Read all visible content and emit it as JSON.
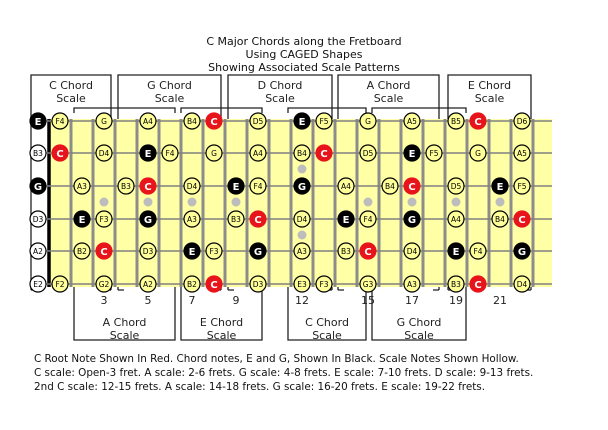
{
  "title": [
    "C Major Chords along the Fretboard",
    "Using CAGED Shapes",
    "Showing Associated Scale Patterns"
  ],
  "colors": {
    "root": "#e8141b",
    "chord": "#000000",
    "scale": "#ffff99",
    "open": "#ffffff",
    "fretboard": "#ffffa6",
    "fret_wire": "#8c8c8c",
    "inlay": "#bdbdbd"
  },
  "top_boxes": [
    {
      "label": [
        "C Chord",
        "Scale"
      ],
      "frets": "0-3"
    },
    {
      "label": [
        "G Chord",
        "Scale"
      ],
      "frets": "4-8"
    },
    {
      "label": [
        "D Chord",
        "Scale"
      ],
      "frets": "9-13"
    },
    {
      "label": [
        "A Chord",
        "Scale"
      ],
      "frets": "14-18"
    },
    {
      "label": [
        "E Chord",
        "Scale"
      ],
      "frets": "19-22"
    }
  ],
  "bottom_boxes": [
    {
      "label": [
        "A Chord",
        "Scale"
      ],
      "frets": "2-6"
    },
    {
      "label": [
        "E Chord",
        "Scale"
      ],
      "frets": "7-10"
    },
    {
      "label": [
        "C Chord",
        "Scale"
      ],
      "frets": "12-15"
    },
    {
      "label": [
        "G Chord",
        "Scale"
      ],
      "frets": "16-20"
    }
  ],
  "fret_numbers": [
    3,
    5,
    7,
    9,
    12,
    15,
    17,
    19,
    21
  ],
  "inlays": [
    3,
    5,
    7,
    9,
    12,
    15,
    17,
    19,
    21
  ],
  "strings": [
    {
      "name": "E",
      "notes": [
        [
          0,
          "E",
          "chord"
        ],
        [
          1,
          "F4",
          "scale"
        ],
        [
          3,
          "G",
          "scale"
        ],
        [
          5,
          "A4",
          "scale"
        ],
        [
          7,
          "B4",
          "scale"
        ],
        [
          8,
          "C",
          "root"
        ],
        [
          10,
          "D5",
          "scale"
        ],
        [
          12,
          "E",
          "chord"
        ],
        [
          13,
          "F5",
          "scale"
        ],
        [
          15,
          "G",
          "scale"
        ],
        [
          17,
          "A5",
          "scale"
        ],
        [
          19,
          "B5",
          "scale"
        ],
        [
          20,
          "C",
          "root"
        ],
        [
          22,
          "D6",
          "scale"
        ]
      ]
    },
    {
      "name": "B",
      "notes": [
        [
          0,
          "B3",
          "open"
        ],
        [
          1,
          "C",
          "root"
        ],
        [
          3,
          "D4",
          "scale"
        ],
        [
          5,
          "E",
          "chord"
        ],
        [
          6,
          "F4",
          "scale"
        ],
        [
          8,
          "G",
          "scale"
        ],
        [
          10,
          "A4",
          "scale"
        ],
        [
          12,
          "B4",
          "scale"
        ],
        [
          13,
          "C",
          "root"
        ],
        [
          15,
          "D5",
          "scale"
        ],
        [
          17,
          "E",
          "chord"
        ],
        [
          18,
          "F5",
          "scale"
        ],
        [
          20,
          "G",
          "scale"
        ],
        [
          22,
          "A5",
          "scale"
        ]
      ]
    },
    {
      "name": "G",
      "notes": [
        [
          0,
          "G",
          "chord"
        ],
        [
          2,
          "A3",
          "scale"
        ],
        [
          4,
          "B3",
          "scale"
        ],
        [
          5,
          "C",
          "root"
        ],
        [
          7,
          "D4",
          "scale"
        ],
        [
          9,
          "E",
          "chord"
        ],
        [
          10,
          "F4",
          "scale"
        ],
        [
          12,
          "G",
          "chord"
        ],
        [
          14,
          "A4",
          "scale"
        ],
        [
          16,
          "B4",
          "scale"
        ],
        [
          17,
          "C",
          "root"
        ],
        [
          19,
          "D5",
          "scale"
        ],
        [
          21,
          "E",
          "chord"
        ],
        [
          22,
          "F5",
          "scale"
        ]
      ]
    },
    {
      "name": "D",
      "notes": [
        [
          0,
          "D3",
          "open"
        ],
        [
          2,
          "E",
          "chord"
        ],
        [
          3,
          "F3",
          "scale"
        ],
        [
          5,
          "G",
          "chord"
        ],
        [
          7,
          "A3",
          "scale"
        ],
        [
          9,
          "B3",
          "scale"
        ],
        [
          10,
          "C",
          "root"
        ],
        [
          12,
          "D4",
          "scale"
        ],
        [
          14,
          "E",
          "chord"
        ],
        [
          15,
          "F4",
          "scale"
        ],
        [
          17,
          "G",
          "chord"
        ],
        [
          19,
          "A4",
          "scale"
        ],
        [
          21,
          "B4",
          "scale"
        ],
        [
          22,
          "C",
          "root"
        ]
      ]
    },
    {
      "name": "A",
      "notes": [
        [
          0,
          "A2",
          "open"
        ],
        [
          2,
          "B2",
          "scale"
        ],
        [
          3,
          "C",
          "root"
        ],
        [
          5,
          "D3",
          "scale"
        ],
        [
          7,
          "E",
          "chord"
        ],
        [
          8,
          "F3",
          "scale"
        ],
        [
          10,
          "G",
          "chord"
        ],
        [
          12,
          "A3",
          "scale"
        ],
        [
          14,
          "B3",
          "scale"
        ],
        [
          15,
          "C",
          "root"
        ],
        [
          17,
          "D4",
          "scale"
        ],
        [
          19,
          "E",
          "chord"
        ],
        [
          20,
          "F4",
          "scale"
        ],
        [
          22,
          "G",
          "chord"
        ]
      ]
    },
    {
      "name": "E",
      "notes": [
        [
          0,
          "E2",
          "open"
        ],
        [
          1,
          "F2",
          "scale"
        ],
        [
          3,
          "G2",
          "scale"
        ],
        [
          5,
          "A2",
          "scale"
        ],
        [
          7,
          "B2",
          "scale"
        ],
        [
          8,
          "C",
          "root"
        ],
        [
          10,
          "D3",
          "scale"
        ],
        [
          12,
          "E3",
          "scale"
        ],
        [
          13,
          "F3",
          "scale"
        ],
        [
          15,
          "G3",
          "scale"
        ],
        [
          17,
          "A3",
          "scale"
        ],
        [
          19,
          "B3",
          "scale"
        ],
        [
          20,
          "C",
          "root"
        ],
        [
          22,
          "D4",
          "scale"
        ]
      ]
    }
  ],
  "legend": [
    "C Root Note Shown In Red. Chord notes, E and G, Shown In Black. Scale Notes Shown Hollow.",
    "C scale: Open-3 fret. A scale: 2-6 frets. G scale: 4-8 frets. E scale: 7-10 frets. D scale: 9-13 frets.",
    "2nd C scale: 12-15 frets. A scale: 14-18 frets. G scale: 16-20 frets. E scale: 19-22 frets."
  ]
}
